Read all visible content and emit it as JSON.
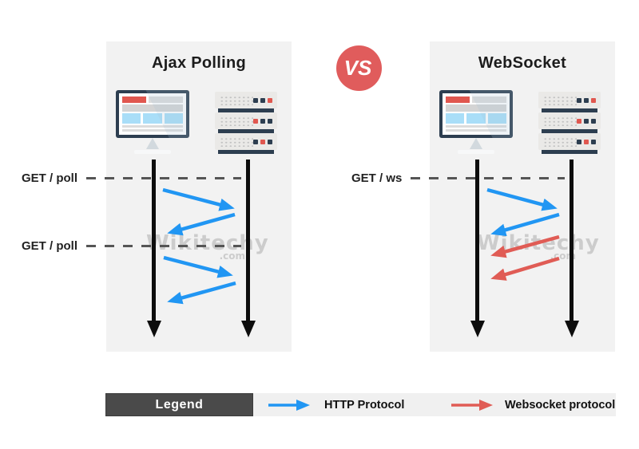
{
  "vs_badge": {
    "label": "VS",
    "color": "#e05c5c"
  },
  "colors": {
    "http_arrow": "#2196f3",
    "websocket_arrow": "#e05c55",
    "timeline": "#0d0d0d",
    "panel_bg": "#f2f2f2",
    "navy": "#2d3e50",
    "accent_red": "#e0574f",
    "legend_box_bg": "#4a4a4a",
    "legend_bar_bg": "#f0f0f0"
  },
  "panels": {
    "left": {
      "title": "Ajax Polling",
      "request_labels": [
        "GET / poll",
        "GET / poll"
      ]
    },
    "right": {
      "title": "WebSocket",
      "request_labels": [
        "GET / ws"
      ]
    }
  },
  "watermark": {
    "text": "Wikitechy",
    "suffix": ".com"
  },
  "legend": {
    "title": "Legend",
    "items": [
      {
        "label": "HTTP Protocol"
      },
      {
        "label": "Websocket protocol"
      }
    ]
  },
  "icons": {
    "client": "monitor-browser-icon",
    "server": "server-rack-icon"
  }
}
